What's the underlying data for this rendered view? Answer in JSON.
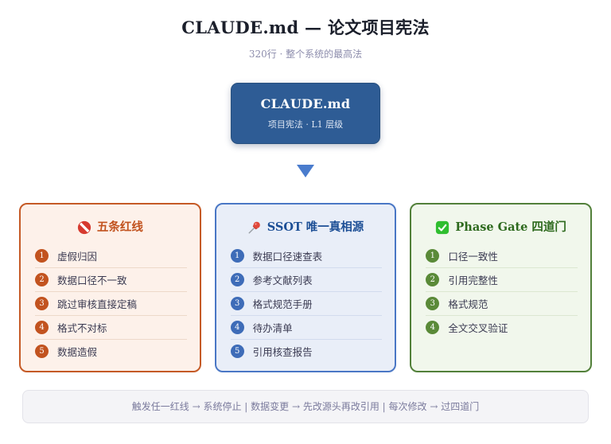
{
  "page": {
    "title": "CLAUDE.md — 论文项目宪法",
    "subtitle": "320行 · 整个系统的最高法",
    "background": "#ffffff"
  },
  "root_node": {
    "title": "CLAUDE.md",
    "subtitle": "项目宪法 · L1 层级",
    "bg_color": "#2e5c95",
    "text_color": "#ffffff"
  },
  "flow": {
    "arrow_icon": "arrow-down-icon",
    "arrow_color": "#4a7ccd"
  },
  "cards": [
    {
      "icon": "no-entry-icon",
      "title": "五条红线",
      "accent": "#c2531f",
      "title_color": "#c2531f",
      "bg": "#fdf1ea",
      "items": [
        {
          "n": "1",
          "label": "虚假归因"
        },
        {
          "n": "2",
          "label": "数据口径不一致"
        },
        {
          "n": "3",
          "label": "跳过审核直接定稿"
        },
        {
          "n": "4",
          "label": "格式不对标"
        },
        {
          "n": "5",
          "label": "数据造假"
        }
      ]
    },
    {
      "icon": "pushpin-icon",
      "title": "SSOT 唯一真相源",
      "accent": "#3e6cb8",
      "title_color": "#1d4f96",
      "bg": "#e9eef8",
      "items": [
        {
          "n": "1",
          "label": "数据口径速查表"
        },
        {
          "n": "2",
          "label": "参考文献列表"
        },
        {
          "n": "3",
          "label": "格式规范手册"
        },
        {
          "n": "4",
          "label": "待办清单"
        },
        {
          "n": "5",
          "label": "引用核查报告"
        }
      ]
    },
    {
      "icon": "check-icon",
      "title": "Phase Gate 四道门",
      "accent": "#55803a",
      "title_color": "#2e6a1e",
      "bg": "#f1f7ec",
      "items": [
        {
          "n": "1",
          "label": "口径一致性"
        },
        {
          "n": "2",
          "label": "引用完整性"
        },
        {
          "n": "3",
          "label": "格式规范"
        },
        {
          "n": "4",
          "label": "全文交叉验证"
        }
      ]
    }
  ],
  "footer": {
    "text": "触发任一红线 → 系统停止 | 数据变更 → 先改源头再改引用 | 每次修改 → 过四道门"
  }
}
